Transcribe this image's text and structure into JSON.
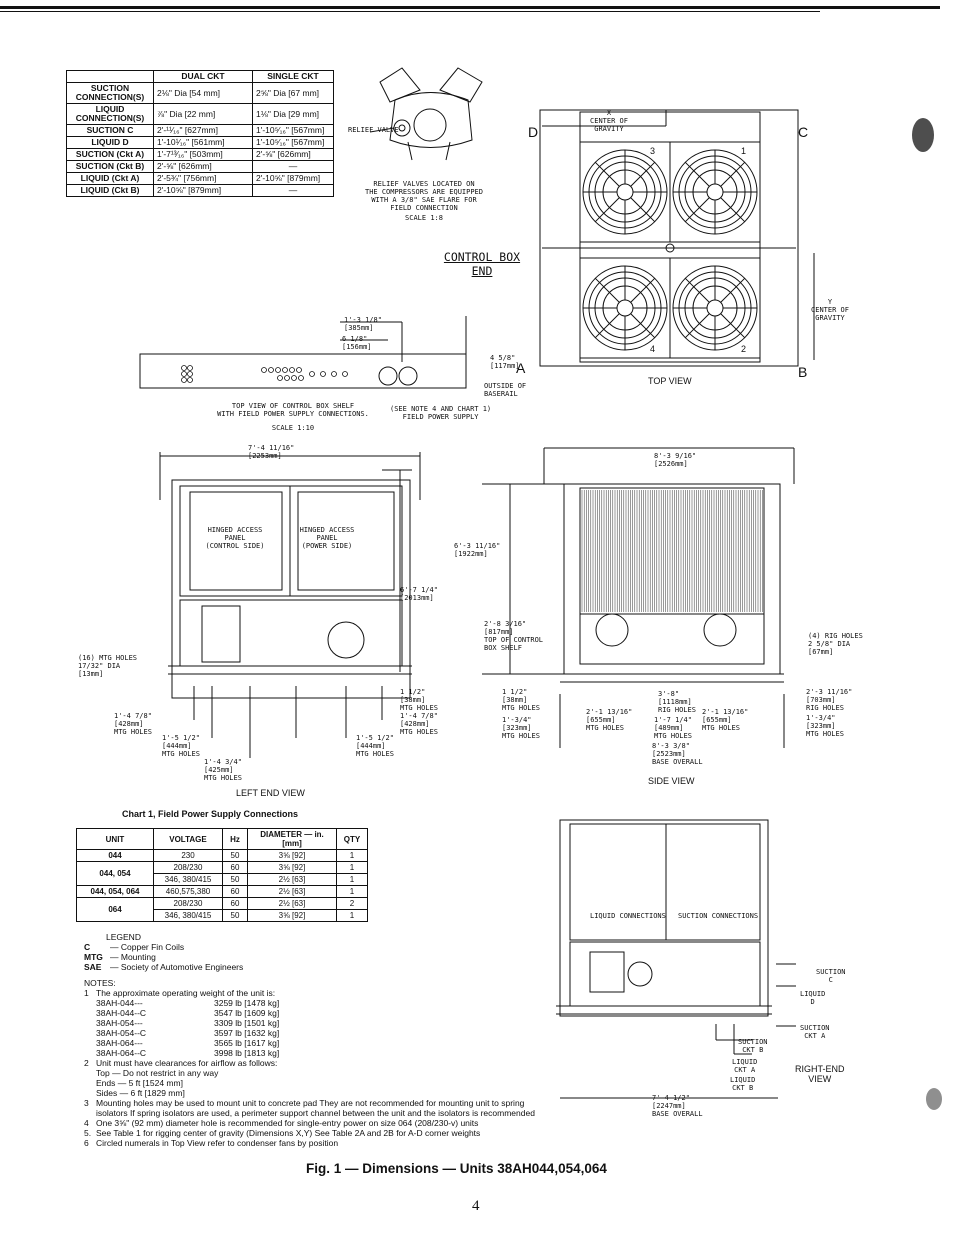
{
  "connections_table": {
    "headers": [
      "",
      "DUAL CKT",
      "SINGLE CKT"
    ],
    "rows": [
      [
        "SUCTION CONNECTION(S)",
        "2⅛\" Dia [54 mm]",
        "2⅝\" Dia [67 mm]"
      ],
      [
        "LIQUID CONNECTION(S)",
        "⅞\" Dia [22 mm]",
        "1⅛\" Dia [29 mm]"
      ],
      [
        "SUCTION C",
        "2'-¹¹⁄₁₆\" [627mm]",
        "1'-10⁵⁄₁₆\" [567mm]"
      ],
      [
        "LIQUID D",
        "1'-10¹⁄₁₆\" [561mm]",
        "1'-10⁵⁄₁₆\" [567mm]"
      ],
      [
        "SUCTION (Ckt A)",
        "1'-7¹³⁄₁₆\" [503mm]",
        "2'-⅝\" [626mm]"
      ],
      [
        "SUCTION (Ckt B)",
        "2'-⅝\" [626mm]",
        "—"
      ],
      [
        "LIQUID (Ckt A)",
        "2'-5¾\" [756mm]",
        "2'-10⅝\" [879mm]"
      ],
      [
        "LIQUID (Ckt B)",
        "2'-10⅝\" [879mm]",
        "—"
      ]
    ]
  },
  "relief": {
    "label": "RELIEF VALVE",
    "note": [
      "RELIEF VALVES LOCATED ON",
      "THE COMPRESSORS ARE EQUIPPED",
      "WITH A 3/8\" SAE FLARE FOR",
      "FIELD CONNECTION"
    ],
    "scale": "SCALE 1:8"
  },
  "control_box": {
    "title1": "CONTROL BOX",
    "title2": "END",
    "dim1": "1'-3 1/8\"",
    "dim1mm": "[385mm]",
    "dim2": "6 1/8\"",
    "dim2mm": "[156mm]",
    "dim3": "4 5/8\"",
    "dim3mm": "[117mm]",
    "outside": [
      "OUTSIDE OF",
      "BASERAIL"
    ],
    "see_note": [
      "(SEE NOTE 4 AND CHART 1)",
      "FIELD POWER SUPPLY"
    ],
    "caption": [
      "TOP VIEW OF CONTROL BOX SHELF",
      "WITH FIELD POWER SUPPLY CONNECTIONS."
    ],
    "scale": "SCALE 1:10",
    "label_a": "A"
  },
  "top_view": {
    "label_x": "X",
    "cog1": "CENTER OF",
    "cog2": "GRAVITY",
    "label_y": "Y",
    "cogy": [
      "CENTER OF",
      "GRAVITY"
    ],
    "corner_c": "C",
    "corner_d": "D",
    "corner_b": "B",
    "fan_numbers": [
      "3",
      "1",
      "4",
      "2"
    ],
    "caption": "TOP VIEW"
  },
  "left_view": {
    "width": "7'-4 11/16\"",
    "width_mm": "[2253mm]",
    "panel_left": [
      "HINGED ACCESS",
      "PANEL",
      "(CONTROL SIDE)"
    ],
    "panel_right": [
      "HINGED ACCESS",
      "PANEL",
      "(POWER SIDE)"
    ],
    "height": "6'-7 1/4\"",
    "height_mm": "[2013mm]",
    "mtg": [
      "(16) MTG HOLES",
      "17/32\" DIA"
    ],
    "mtg_mm": "[13mm]",
    "d_left": "1'-4 7/8\"",
    "d_left_mm": "[428mm]",
    "mtg_holes": "MTG HOLES",
    "d_c1": "1'-5 1/2\"",
    "d_c1_mm": "[444mm]",
    "d_c2": "1'-4 3/4\"",
    "d_c2_mm": "[425mm]",
    "d_r1": "1 1/2\"",
    "d_r1_mm": "[38mm]",
    "d_r2": "1'-4 7/8\"",
    "d_r2_mm": "[428mm]",
    "d_r3": "1'-5 1/2\"",
    "d_r3_mm": "[444mm]",
    "caption": "LEFT END VIEW"
  },
  "side_view": {
    "width": "8'-3 9/16\"",
    "width_mm": "[2526mm]",
    "height": "6'-3 11/16\"",
    "height_mm": "[1922mm]",
    "shelf": "2'-8 3/16\"",
    "shelf_mm": "[817mm]",
    "shelf_note": [
      "TOP OF CONTROL",
      "BOX SHELF"
    ],
    "rig": [
      "(4) RIG HOLES",
      "2 5/8\" DIA"
    ],
    "rig_mm": "[67mm]",
    "b1": "1 1/2\"",
    "b1_mm": "[38mm]",
    "b2": "1'-3/4\"",
    "b2_mm": "[323mm]",
    "b3": "2'-1 13/16\"",
    "b3_mm": "[655mm]",
    "b4": "3'-8\"",
    "b4_mm": "[1118mm]",
    "b5": "1'-7 1/4\"",
    "b5_mm": "[489mm]",
    "b6": "2'-1 13/16\"",
    "b6_mm": "[655mm]",
    "b7": "2'-3 11/16\"",
    "b7_mm": "[703mm]",
    "b8": "1'-3/4\"",
    "b8_mm": "[323mm]",
    "overall": "8'-3 3/8\"",
    "overall_mm": "[2523mm]",
    "base_overall": "BASE OVERALL",
    "rig_holes": "RIG HOLES",
    "mtg_holes": "MTG HOLES",
    "caption": "SIDE VIEW"
  },
  "chart1": {
    "title": "Chart 1, Field Power Supply Connections",
    "headers": [
      "UNIT",
      "VOLTAGE",
      "Hz",
      "DIAMETER — in. [mm]",
      "QTY"
    ],
    "rows": [
      [
        "044",
        "230",
        "50",
        "3⅝ [92]",
        "1"
      ],
      [
        "044, 054",
        "208/230",
        "60",
        "3⅝ [92]",
        "1"
      ],
      [
        "",
        "346, 380/415",
        "50",
        "2½ [63]",
        "1"
      ],
      [
        "044, 054, 064",
        "460,575,380",
        "60",
        "2½ [63]",
        "1"
      ],
      [
        "064",
        "208/230",
        "60",
        "2½ [63]",
        "2"
      ],
      [
        "",
        "346, 380/415",
        "50",
        "3⅝ [92]",
        "1"
      ]
    ]
  },
  "legend": {
    "title": "LEGEND",
    "items": [
      [
        "C",
        "Copper Fin Coils"
      ],
      [
        "MTG",
        "Mounting"
      ],
      [
        "SAE",
        "Society of Automotive Engineers"
      ]
    ]
  },
  "notes": {
    "title": "NOTES:",
    "n1": "The approximate operating weight of the unit is:",
    "weights": [
      [
        "38AH-044---",
        "3259 lb [1478 kg]"
      ],
      [
        "38AH-044--C",
        "3547 lb [1609 kg]"
      ],
      [
        "38AH-054---",
        "3309 lb [1501 kg]"
      ],
      [
        "38AH-054--C",
        "3597 lb [1632 kg]"
      ],
      [
        "38AH-064---",
        "3565 lb [1617 kg]"
      ],
      [
        "38AH-064--C",
        "3998 lb [1813 kg]"
      ]
    ],
    "n2": "Unit must have clearances for airflow as follows:",
    "n2a": "Top — Do not restrict in any way",
    "n2b": "Ends — 5 ft [1524 mm]",
    "n2c": "Sides — 6 ft [1829 mm]",
    "n3": "Mounting holes may be used to mount unit to concrete pad  They are not recommended for mounting unit to spring isolators  If spring isolators are used, a perimeter support channel between the unit and the isolators is recommended",
    "n4": "One 3⅝\" (92 mm) diameter hole is recommended for single-entry power on size 064 (208/230-v) units",
    "n5": "See Table 1 for rigging center of gravity (Dimensions X,Y)  See Table 2A and 2B for A-D corner weights",
    "n6": "Circled numerals in Top View refer to condenser fans by position"
  },
  "right_view": {
    "liquid_conn": "LIQUID CONNECTIONS",
    "suction_conn": "SUCTION CONNECTIONS",
    "suction_c": [
      "SUCTION",
      "C"
    ],
    "liquid_d": [
      "LIQUID",
      "D"
    ],
    "suction_a": [
      "SUCTION",
      "CKT A"
    ],
    "suction_b": [
      "SUCTION",
      "CKT B"
    ],
    "liquid_a": [
      "LIQUID",
      "CKT A"
    ],
    "liquid_b": [
      "LIQUID",
      "CKT B"
    ],
    "width": "7'-4 1/2\"",
    "width_mm": "[2247mm]",
    "base_overall": "BASE OVERALL",
    "caption1": "RIGHT-END",
    "caption2": "VIEW"
  },
  "figure_title": "Fig. 1 — Dimensions — Units 38AH044,054,064",
  "page_number": "4"
}
